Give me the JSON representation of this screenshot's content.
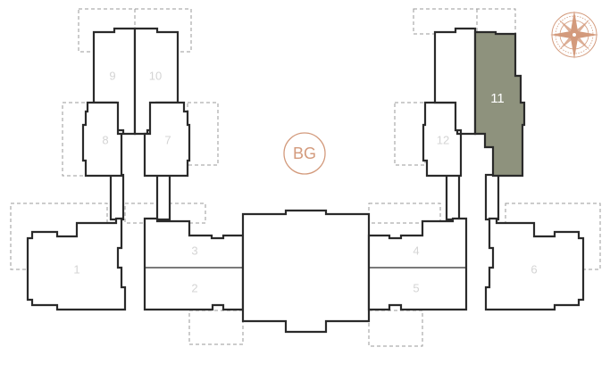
{
  "floor": {
    "label": "BG"
  },
  "colors": {
    "accent": "#d39a7c",
    "wall": "#2a2a2a",
    "selected_fill": "#8e927d",
    "dashed": "#9a9a9a",
    "unit_label": "#d4d4d4"
  },
  "units": {
    "u1": "1",
    "u2": "2",
    "u3": "3",
    "u4": "4",
    "u5": "5",
    "u6": "6",
    "u7": "7",
    "u8": "8",
    "u9": "9",
    "u10": "10",
    "u11": "11",
    "u12": "12"
  },
  "selected_unit": "11",
  "icons": {
    "compass": "compass-rose-icon"
  }
}
